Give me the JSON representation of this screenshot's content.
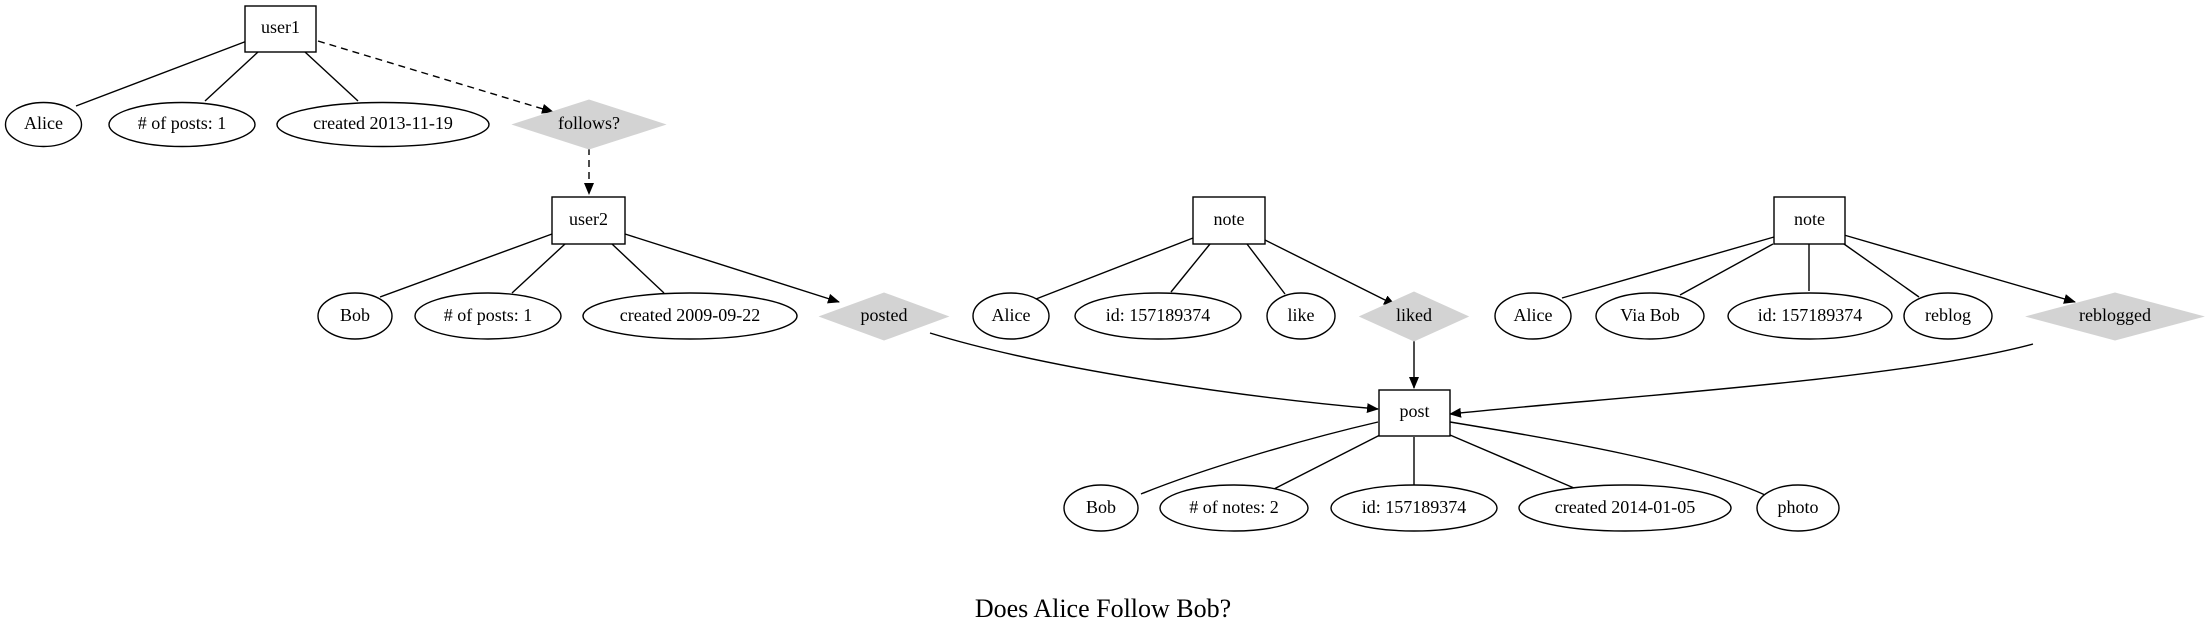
{
  "caption": "Does Alice Follow Bob?",
  "colors": {
    "relation_fill": "#d3d3d3",
    "stroke": "#000000",
    "background": "#ffffff"
  },
  "nodes": {
    "user1": "user1",
    "user1_name": "Alice",
    "user1_posts": "# of posts: 1",
    "user1_created": "created 2013-11-19",
    "follows": "follows?",
    "user2": "user2",
    "user2_name": "Bob",
    "user2_posts": "# of posts: 1",
    "user2_created": "created 2009-09-22",
    "posted": "posted",
    "note1": "note",
    "note1_name": "Alice",
    "note1_id": "id: 157189374",
    "note1_type": "like",
    "liked": "liked",
    "note2": "note",
    "note2_name": "Alice",
    "note2_via": "Via Bob",
    "note2_id": "id: 157189374",
    "note2_type": "reblog",
    "reblogged": "reblogged",
    "post": "post",
    "post_author": "Bob",
    "post_notes": "# of notes: 2",
    "post_id": "id: 157189374",
    "post_created": "created 2014-01-05",
    "post_type": "photo"
  }
}
